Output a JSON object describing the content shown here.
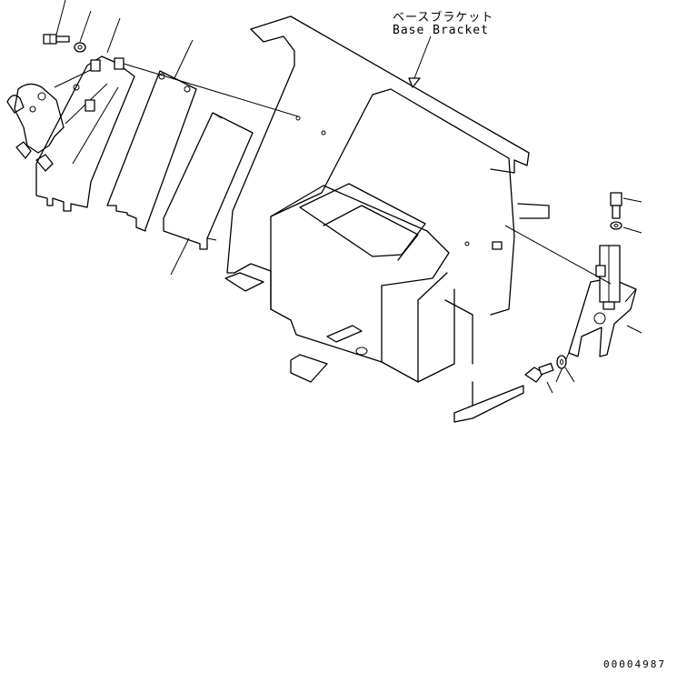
{
  "labels": {
    "part_name_jp": "ベースブラケット",
    "part_name_en": "Base Bracket"
  },
  "drawing_code": "00004987"
}
